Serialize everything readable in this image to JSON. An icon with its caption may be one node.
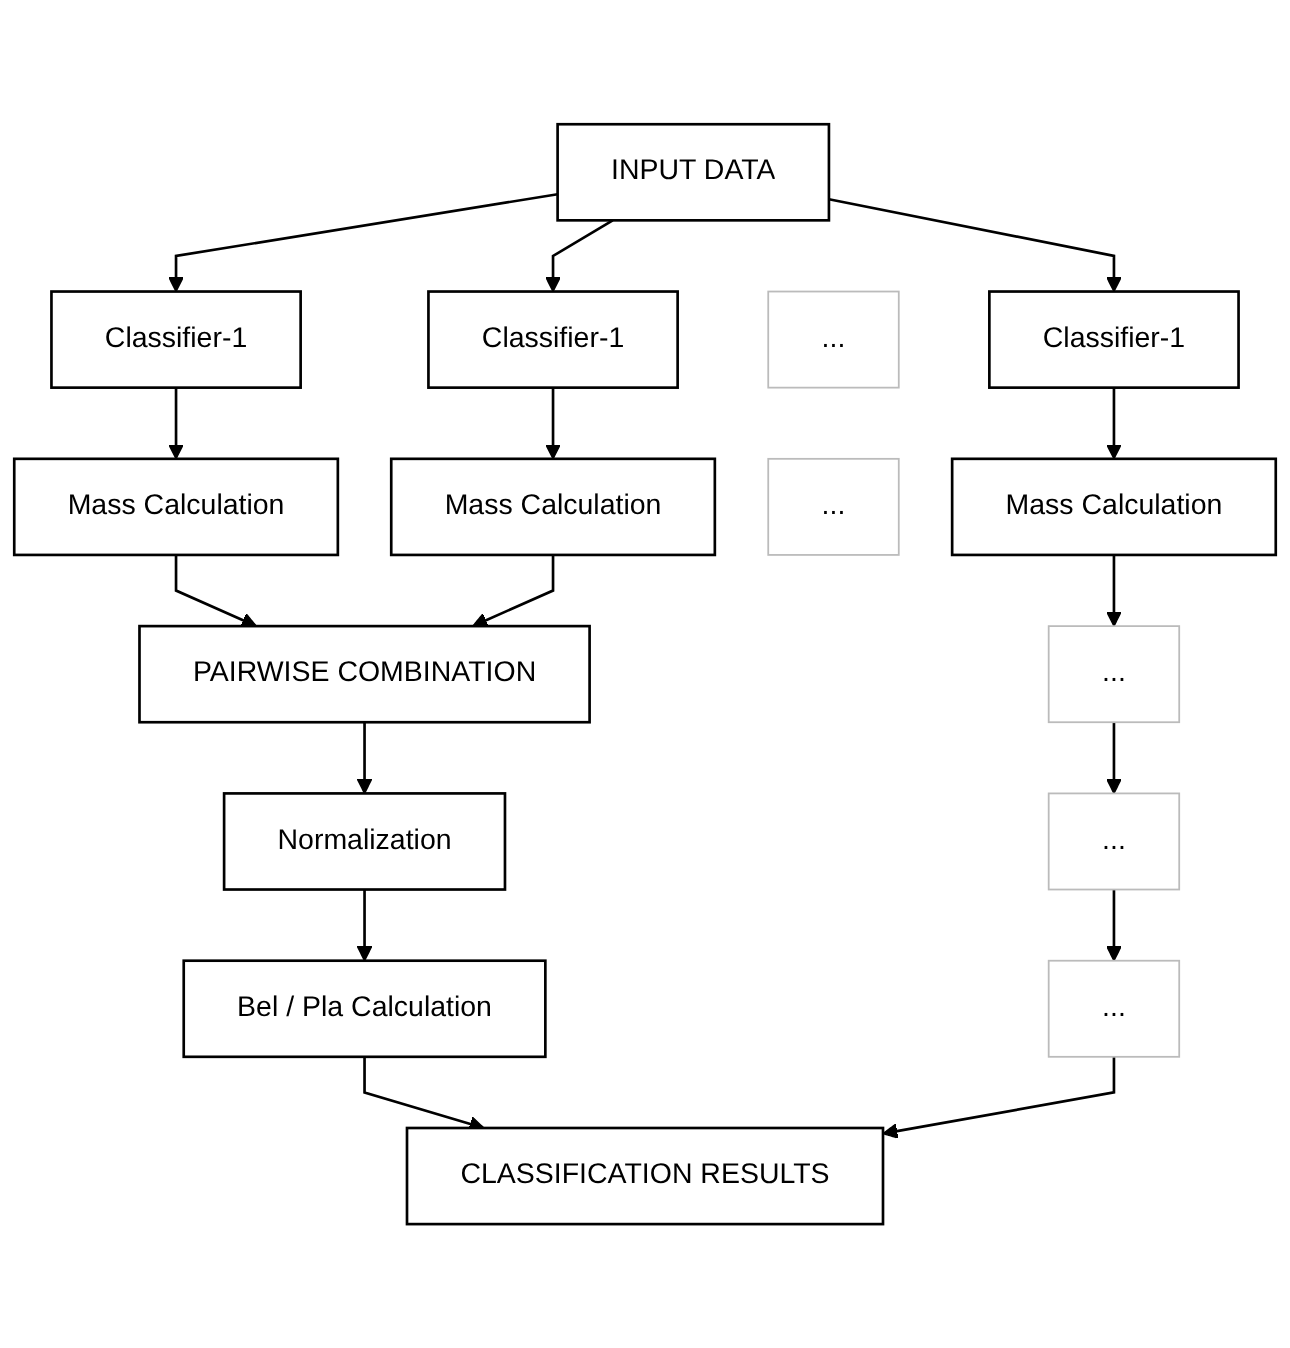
{
  "diagram": {
    "nodes": [
      {
        "text": [
          "INPUT DATA"
        ]
      },
      {
        "text": [
          "Classifier-1"
        ]
      },
      {
        "text": [
          "Classifier-1"
        ]
      },
      {
        "text": [
          "..."
        ]
      },
      {
        "text": [
          "Classifier-1"
        ]
      },
      {
        "text": [
          "Mass Calculation"
        ]
      },
      {
        "text": [
          "Mass Calculation"
        ]
      },
      {
        "text": [
          "..."
        ]
      },
      {
        "text": [
          "Mass Calculation"
        ]
      },
      {
        "text": [
          "PAIRWISE COMBINATION"
        ]
      },
      {
        "text": [
          "..."
        ]
      },
      {
        "text": [
          "Normalization"
        ]
      },
      {
        "text": [
          "..."
        ]
      },
      {
        "text": [
          "Bel / Pla Calculation"
        ]
      },
      {
        "text": [
          "..."
        ]
      },
      {
        "text": [
          "CLASSIFICATION RESULTS"
        ]
      }
    ],
    "edges": [
      {
        "from": 0,
        "to": 1,
        "arrow": "to"
      },
      {
        "from": 0,
        "to": 2,
        "arrow": "to"
      },
      {
        "from": 0,
        "to": 4,
        "arrow": "to"
      },
      {
        "from": 1,
        "to": 5,
        "arrow": "to"
      },
      {
        "from": 2,
        "to": 6,
        "arrow": "to"
      },
      {
        "from": 4,
        "to": 8,
        "arrow": "to"
      },
      {
        "from": 5,
        "to": 9,
        "arrow": "to"
      },
      {
        "from": 6,
        "to": 9,
        "arrow": "to"
      },
      {
        "from": 8,
        "to": 10,
        "arrow": "to"
      },
      {
        "from": 9,
        "to": 11,
        "arrow": "to"
      },
      {
        "from": 10,
        "to": 12,
        "arrow": "to"
      },
      {
        "from": 11,
        "to": 13,
        "arrow": "to"
      },
      {
        "from": 12,
        "to": 14,
        "arrow": "to"
      },
      {
        "from": 13,
        "to": 15,
        "arrow": "to"
      },
      {
        "from": 14,
        "to": 15,
        "arrow": "to"
      }
    ]
  }
}
